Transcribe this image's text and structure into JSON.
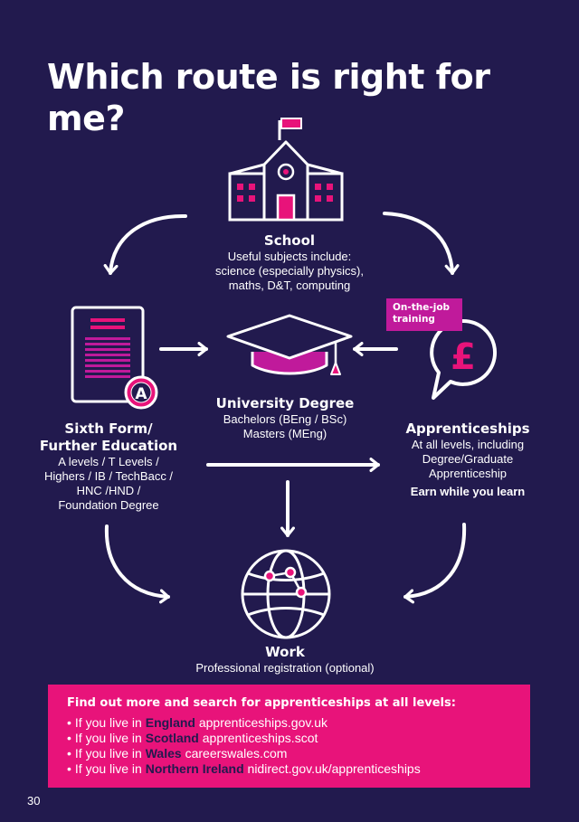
{
  "title": "Which route is right for me?",
  "school": {
    "heading": "School",
    "lines": [
      "Useful subjects include:",
      "science (especially physics),",
      "maths, D&T, computing"
    ]
  },
  "university": {
    "heading": "University Degree",
    "lines": [
      "Bachelors (BEng / BSc)",
      "Masters (MEng)"
    ]
  },
  "sixth_form": {
    "heading_lines": [
      "Sixth Form/",
      "Further Education"
    ],
    "lines": [
      "A levels / T Levels /",
      "Highers / IB / TechBacc /",
      "HNC /HND /",
      "Foundation Degree"
    ]
  },
  "apprenticeships": {
    "heading": "Apprenticeships",
    "lines": [
      "At all levels, including",
      "Degree/Graduate",
      "Apprenticeship"
    ],
    "emphasis": "Earn while you learn"
  },
  "tag": "On-the-job training",
  "work": {
    "heading": "Work",
    "line": "Professional registration (optional)"
  },
  "icons": {
    "school": "school-building-icon",
    "document": "document-grade-a-icon",
    "grade_letter": "A",
    "graduation": "graduation-cap-icon",
    "money": "pound-speech-bubble-icon",
    "pound_symbol": "£",
    "globe": "network-globe-icon"
  },
  "info": {
    "heading": "Find out more and search for apprenticeships at all levels:",
    "items": [
      {
        "bullet": "•",
        "prefix": "If you live in",
        "country": "England",
        "link": "apprenticeships.gov.uk"
      },
      {
        "bullet": "•",
        "prefix": "If you live in",
        "country": "Scotland",
        "link": "apprenticeships.scot"
      },
      {
        "bullet": "•",
        "prefix": "If you live in",
        "country": "Wales",
        "link": "careerswales.com"
      },
      {
        "bullet": "•",
        "prefix": "If you live in",
        "country": "Northern Ireland",
        "link": "nidirect.gov.uk/apprenticeships"
      }
    ]
  },
  "page_number": "30",
  "colors": {
    "background": "#221a4e",
    "accent_magenta": "#c01a9b",
    "pink_box": "#e8137a",
    "white": "#ffffff"
  }
}
